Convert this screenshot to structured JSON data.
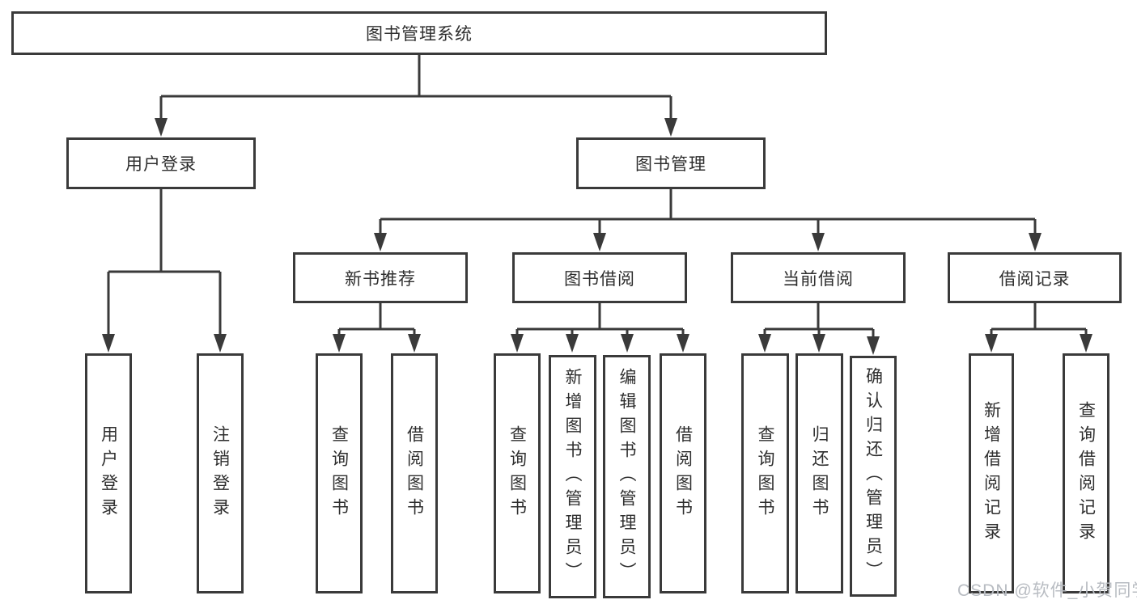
{
  "diagram": {
    "type": "hierarchy-tree",
    "colors": {
      "line": "#3a3a3a",
      "box_border": "#3a3a3a",
      "text": "#2e2e2e",
      "watermark_text": "#b8bcc2",
      "background": "#ffffff"
    },
    "root": {
      "label": "图书管理系统",
      "children": [
        {
          "label": "用户登录",
          "children": [
            {
              "label": "用户登录"
            },
            {
              "label": "注销登录"
            }
          ]
        },
        {
          "label": "图书管理",
          "children": [
            {
              "label": "新书推荐",
              "children": [
                {
                  "label": "查询图书"
                },
                {
                  "label": "借阅图书"
                }
              ]
            },
            {
              "label": "图书借阅",
              "children": [
                {
                  "label": "查询图书"
                },
                {
                  "label": "新增图书（管理员）"
                },
                {
                  "label": "编辑图书（管理员）"
                },
                {
                  "label": "借阅图书"
                }
              ]
            },
            {
              "label": "当前借阅",
              "children": [
                {
                  "label": "查询图书"
                },
                {
                  "label": "归还图书"
                },
                {
                  "label": "确认归还（管理员）"
                }
              ]
            },
            {
              "label": "借阅记录",
              "children": [
                {
                  "label": "新增借阅记录"
                },
                {
                  "label": "查询借阅记录"
                }
              ]
            }
          ]
        }
      ]
    }
  },
  "watermark": {
    "text": "CSDN @软件_小贺同学"
  }
}
